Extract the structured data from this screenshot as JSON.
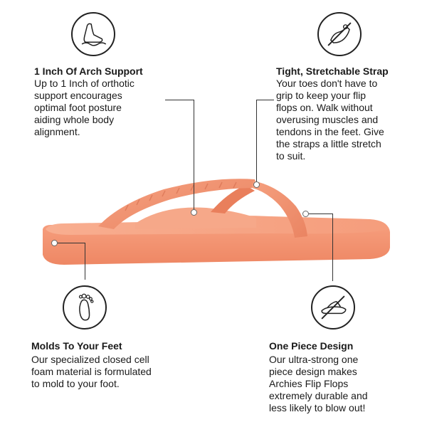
{
  "features": {
    "arch": {
      "icon": "foot-arch-icon",
      "title": "1 Inch Of Arch Support",
      "lines": [
        "Up to 1 Inch of orthotic",
        "support encourages",
        "optimal foot posture",
        "aiding whole body",
        "alignment."
      ]
    },
    "strap": {
      "icon": "no-toe-grip-icon",
      "title": "Tight, Stretchable Strap",
      "lines": [
        "Your toes don't have to",
        "grip to keep your flip",
        "flops on. Walk without",
        "overusing muscles and",
        "tendons in the feet. Give",
        "the straps a little stretch",
        "to suit."
      ]
    },
    "molds": {
      "icon": "footprint-icon",
      "title": "Molds To Your Feet",
      "lines": [
        "Our specialized closed cell",
        "foam material is formulated",
        "to mold to your foot."
      ]
    },
    "onepiece": {
      "icon": "no-blowout-icon",
      "title": "One Piece Design",
      "lines": [
        "Our ultra-strong one",
        "piece design makes",
        "Archies Flip Flops",
        "extremely durable and",
        "less likely to blow out!"
      ]
    }
  },
  "product": {
    "name": "flip-flop",
    "color": "#f4926f"
  }
}
